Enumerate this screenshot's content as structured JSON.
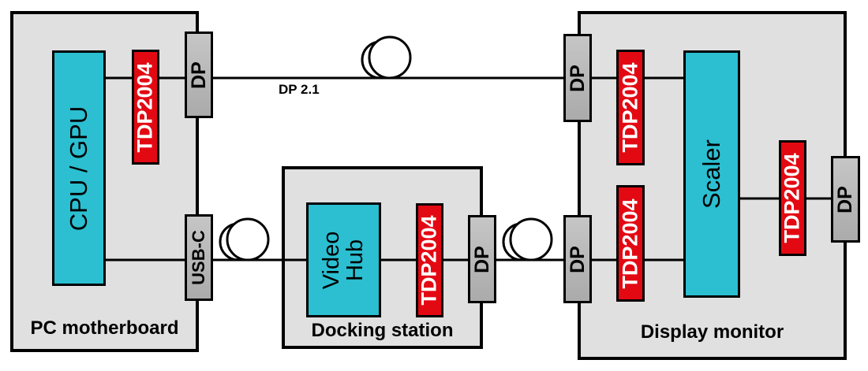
{
  "colors": {
    "board_fill": "#e0e0e0",
    "chip_fill": "#2bbfd1",
    "redriver_fill": "#e30913",
    "connector_fill": "#b9b9b9",
    "line": "#000000"
  },
  "boards": {
    "motherboard": {
      "label": "PC motherboard",
      "chip": "CPU / GPU",
      "redriver": "TDP2004",
      "dp_port": "DP",
      "usbc_port": "USB-C"
    },
    "dock": {
      "label": "Docking station",
      "chip": "Video Hub",
      "redriver": "TDP2004",
      "dp_port": "DP"
    },
    "monitor": {
      "label": "Display monitor",
      "chip": "Scaler",
      "redriver_top": "TDP2004",
      "redriver_bottom": "TDP2004",
      "redriver_output": "TDP2004",
      "dp_in_top": "DP",
      "dp_in_bottom": "DP",
      "dp_out": "DP"
    }
  },
  "cables": {
    "dp_label": "DP 2.1"
  }
}
